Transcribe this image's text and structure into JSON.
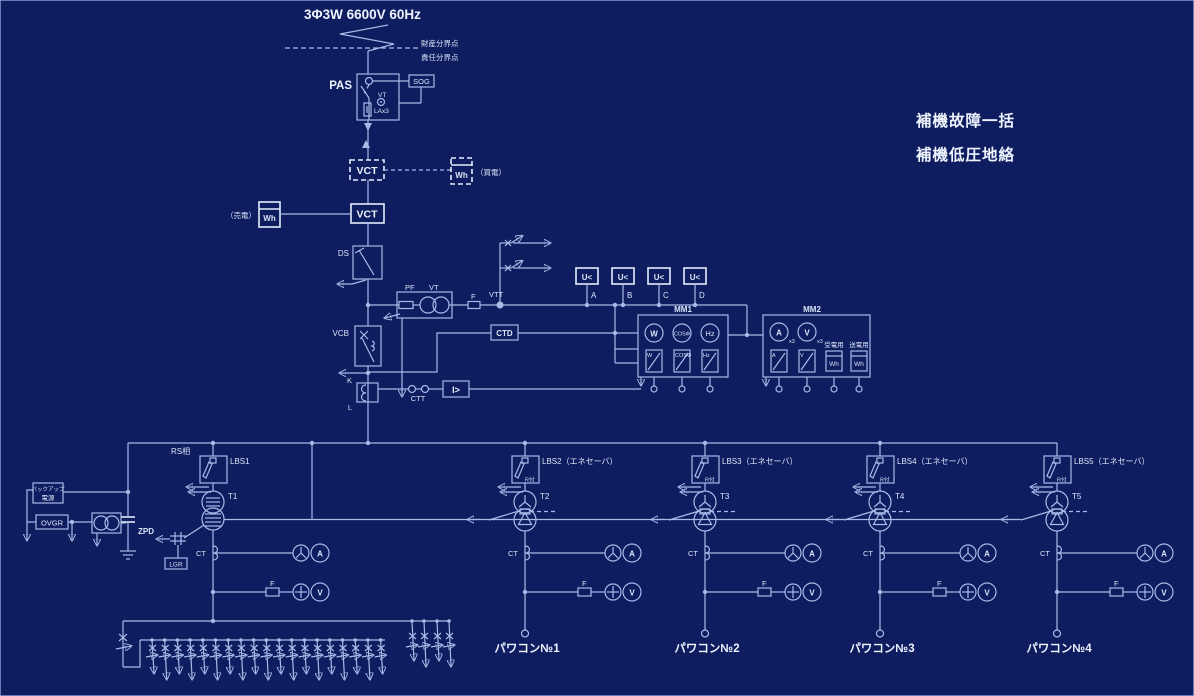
{
  "colors": {
    "background": "#0d1d5f",
    "line": "#a6bce8",
    "bright": "#e4edfc",
    "text": "#d9e4f8",
    "white": "#eef3fe"
  },
  "header": {
    "title": "3Φ3W 6600V 60Hz",
    "property_boundary": "財産分界点",
    "responsibility_boundary": "責任分界点"
  },
  "pas": {
    "label": "PAS",
    "sog": "SOG",
    "vt": "VT",
    "la": "LAx3"
  },
  "metering": {
    "vct": "VCT",
    "wh": "Wh",
    "buy": "（買電）",
    "sell": "（売電）"
  },
  "primary": {
    "ds": "DS",
    "pf": "PF",
    "vt": "VT",
    "f": "F",
    "vtt": "VTT",
    "vcb": "VCB",
    "k": "K",
    "l": "L",
    "ctt": "CTT",
    "ocr": "I>",
    "ctd": "CTD"
  },
  "uv": {
    "relay": "U<",
    "a": "A",
    "b": "B",
    "c": "C",
    "d": "D"
  },
  "mm1": {
    "name": "MM1",
    "w": "W",
    "cos": "COSΦ",
    "hz": "Hz"
  },
  "mm2": {
    "name": "MM2",
    "a": "A",
    "v": "V",
    "x3": "x3",
    "recv": "受電用",
    "send": "送電用",
    "wh": "Wh"
  },
  "ann": {
    "line1": "補機故障一括",
    "line2": "補機低圧地絡"
  },
  "left": {
    "backup1": "バックアップ",
    "backup2": "電源",
    "ovgr": "OVGR",
    "zpd": "ZPD",
    "lgr": "LGR",
    "rs": "RS相"
  },
  "meas": {
    "ct": "CT",
    "f": "F",
    "a": "A",
    "v": "V"
  },
  "branches": [
    {
      "lbs": "LBS1",
      "t": "T1"
    },
    {
      "lbs": "LBS2（エネセーバ）",
      "r": "R付",
      "t": "T2",
      "pcs": "パワコン№1"
    },
    {
      "lbs": "LBS3（エネセーバ）",
      "r": "R付",
      "t": "T3",
      "pcs": "パワコン№2"
    },
    {
      "lbs": "LBS4（エネセーバ）",
      "r": "R付",
      "t": "T4",
      "pcs": "パワコン№3"
    },
    {
      "lbs": "LBS5（エネセーバ）",
      "r": "R付",
      "t": "T5",
      "pcs": "パワコン№4"
    }
  ]
}
